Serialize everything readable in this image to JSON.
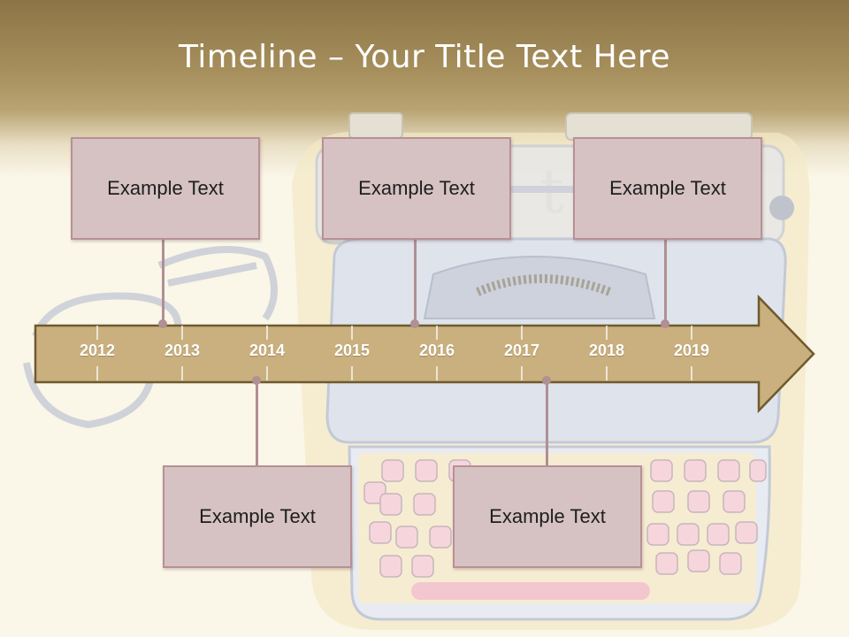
{
  "slide": {
    "title": "Timeline – Your Title Text Here"
  },
  "timeline": {
    "years": [
      "2012",
      "2013",
      "2014",
      "2015",
      "2016",
      "2017",
      "2018",
      "2019"
    ],
    "arrow_color": "#c9b07e",
    "arrow_outline": "#6e5a2e"
  },
  "events": [
    {
      "label": "Example Text",
      "position": "above"
    },
    {
      "label": "Example Text",
      "position": "above"
    },
    {
      "label": "Example Text",
      "position": "above"
    },
    {
      "label": "Example Text",
      "position": "below"
    },
    {
      "label": "Example Text",
      "position": "below"
    }
  ],
  "colors": {
    "box_fill": "#d6c2c3",
    "box_border": "#b89096",
    "header_brown": "#8c7447",
    "background": "#faf6e8"
  }
}
